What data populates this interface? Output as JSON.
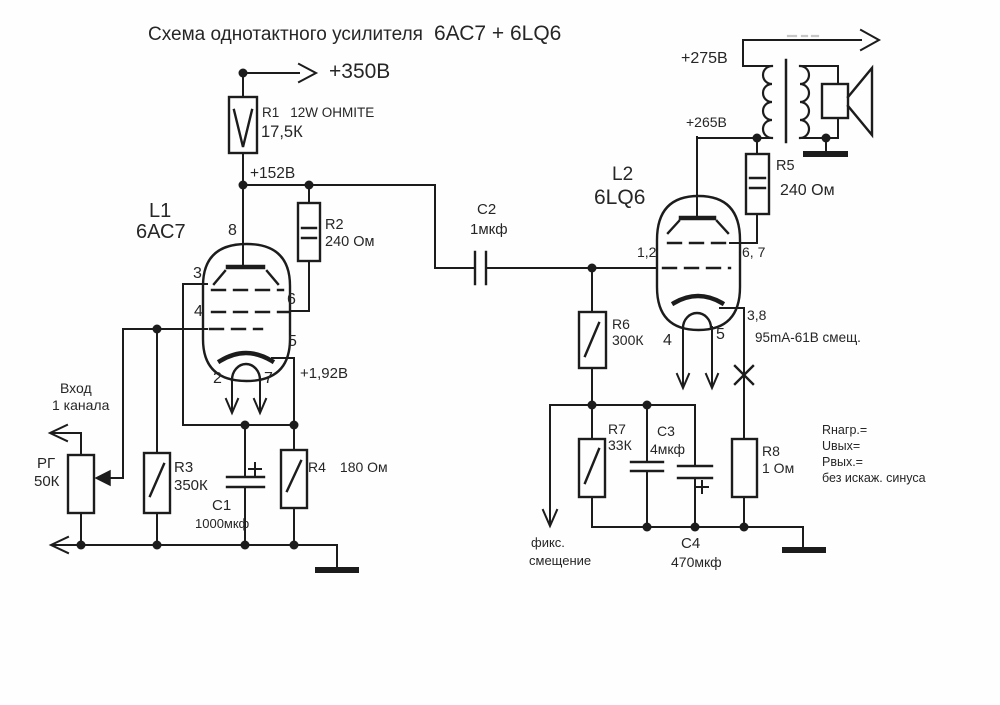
{
  "title": {
    "main": "Схема однотактного усилителя",
    "tubes": "6АС7 + 6LQ6"
  },
  "supplies": {
    "v350": "+350В",
    "v152": "+152В",
    "v275": "+275В",
    "v265": "+265В",
    "cathode_l1": "+1,92В",
    "bias_note": "95mA-61В смещ."
  },
  "tubes": {
    "l1": {
      "ref": "L1",
      "type": "6АС7",
      "pins": {
        "plate": "8",
        "g3": "3",
        "g1": "4",
        "g2": "6",
        "cathode": "5",
        "heater_a": "2",
        "heater_b": "7"
      }
    },
    "l2": {
      "ref": "L2",
      "type": "6LQ6",
      "pins": {
        "grid": "1,2",
        "screen": "6, 7",
        "cathode": "3,8",
        "heater_a": "4",
        "heater_b": "5"
      }
    }
  },
  "components": {
    "r1": {
      "ref": "R1",
      "note": "12W  OHMITE",
      "value": "17,5К"
    },
    "r2": {
      "ref": "R2",
      "value": "240 Ом"
    },
    "r3": {
      "ref": "R3",
      "value": "350К"
    },
    "r4": {
      "ref": "R4",
      "value": "180 Ом"
    },
    "r5": {
      "ref": "R5",
      "value": "240 Ом"
    },
    "r6": {
      "ref": "R6",
      "value": "300К"
    },
    "r7": {
      "ref": "R7",
      "value": "33К"
    },
    "r8": {
      "ref": "R8",
      "value": "1 Ом"
    },
    "rg": {
      "ref": "РГ",
      "value": "50К"
    },
    "c1": {
      "ref": "C1",
      "value": "1000мкф"
    },
    "c2": {
      "ref": "C2",
      "value": "1мкф"
    },
    "c3": {
      "ref": "C3",
      "value": "4мкф"
    },
    "c4": {
      "ref": "C4",
      "value": "470мкф"
    }
  },
  "annotations": {
    "input": {
      "line1": "Вход",
      "line2": "1 канала"
    },
    "fixed_bias": {
      "line1": "фикс.",
      "line2": "смещение"
    },
    "output_notes": [
      "Rнагр.=",
      "Uвых=",
      "Рвых.=",
      "без искаж. синуса"
    ]
  }
}
